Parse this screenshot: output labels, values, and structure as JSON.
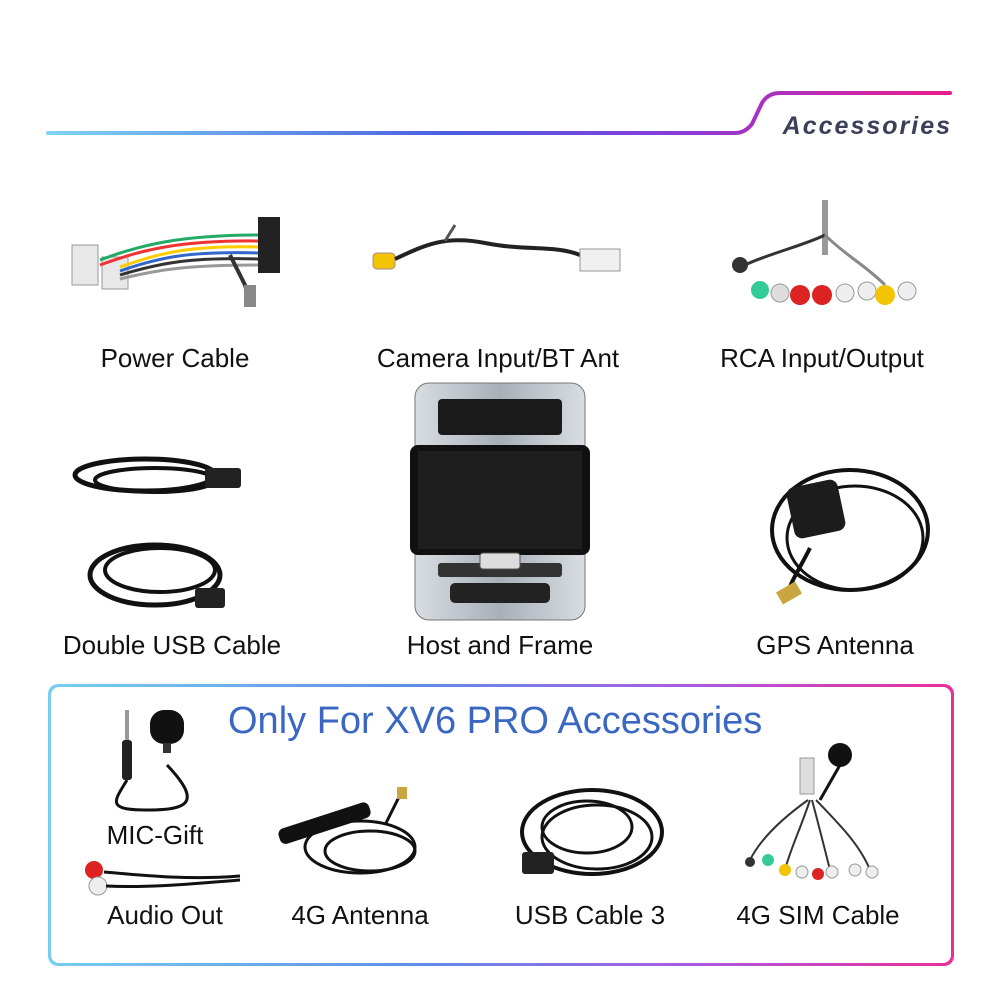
{
  "header": {
    "title": "Accessories"
  },
  "colors": {
    "accent_start": "#79cdf0",
    "accent_mid": "#4a5de0",
    "accent_end": "#ea1d8e",
    "title_text": "#3b3f58",
    "panel_title": "#3a67c2"
  },
  "items": {
    "power_cable": "Power Cable",
    "camera_input": "Camera Input/BT Ant",
    "rca": "RCA Input/Output",
    "double_usb": "Double USB Cable",
    "host_frame": "Host and Frame",
    "gps": "GPS Antenna"
  },
  "pro_section": {
    "title": "Only For XV6 PRO Accessories",
    "items": {
      "mic": "MIC-Gift",
      "audio_out": "Audio Out",
      "antenna_4g": "4G Antenna",
      "usb_cable_3": "USB Cable 3",
      "sim_cable": "4G SIM Cable"
    }
  }
}
